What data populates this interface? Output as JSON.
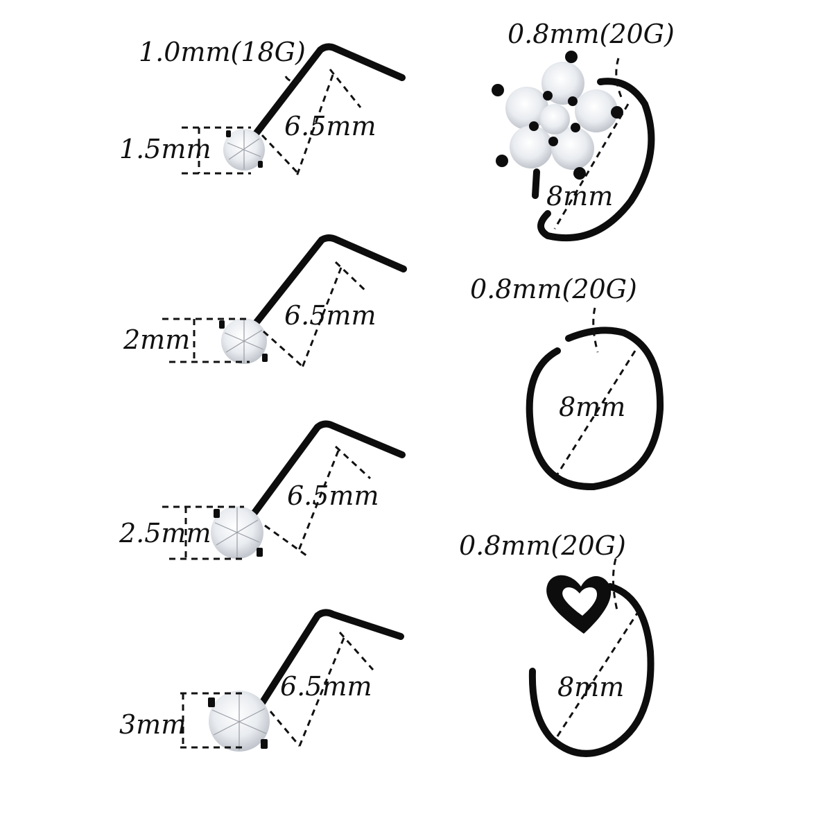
{
  "studs": [
    {
      "gauge_label": "1.0mm(18G)",
      "gem_label": "1.5mm",
      "length_label": "6.5mm"
    },
    {
      "gauge_label": "",
      "gem_label": "2mm",
      "length_label": "6.5mm"
    },
    {
      "gauge_label": "",
      "gem_label": "2.5mm",
      "length_label": "6.5mm"
    },
    {
      "gauge_label": "",
      "gem_label": "3mm",
      "length_label": "6.5mm"
    }
  ],
  "rings": [
    {
      "type": "flower",
      "gauge_label": "0.8mm(20G)",
      "diameter_label": "8mm"
    },
    {
      "type": "plain",
      "gauge_label": "0.8mm(20G)",
      "diameter_label": "8mm"
    },
    {
      "type": "heart",
      "gauge_label": "0.8mm(20G)",
      "diameter_label": "8mm"
    }
  ],
  "colors": {
    "metal": "#0d0d0d",
    "gem": "#e9ecf0",
    "background": "#ffffff"
  }
}
